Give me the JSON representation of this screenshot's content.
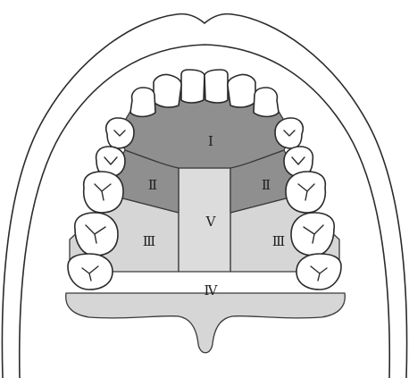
{
  "diagram": {
    "colors": {
      "zone_dark": "#8f8f8f",
      "zone_light": "#d6d6d6",
      "zone_median": "#dcdcdc",
      "tooth": "#ffffff",
      "outline": "#2b2b2b"
    },
    "zones": {
      "zone_1": {
        "label": "Ⅰ",
        "shade": "dark"
      },
      "zone_2_left": {
        "label": "Ⅱ",
        "shade": "dark"
      },
      "zone_2_right": {
        "label": "Ⅱ",
        "shade": "dark"
      },
      "zone_3_left": {
        "label": "Ⅲ",
        "shade": "light"
      },
      "zone_3_right": {
        "label": "Ⅲ",
        "shade": "light"
      },
      "zone_4": {
        "label": "Ⅳ",
        "shade": "light"
      },
      "zone_5": {
        "label": "Ⅴ",
        "shade": "light"
      }
    }
  }
}
